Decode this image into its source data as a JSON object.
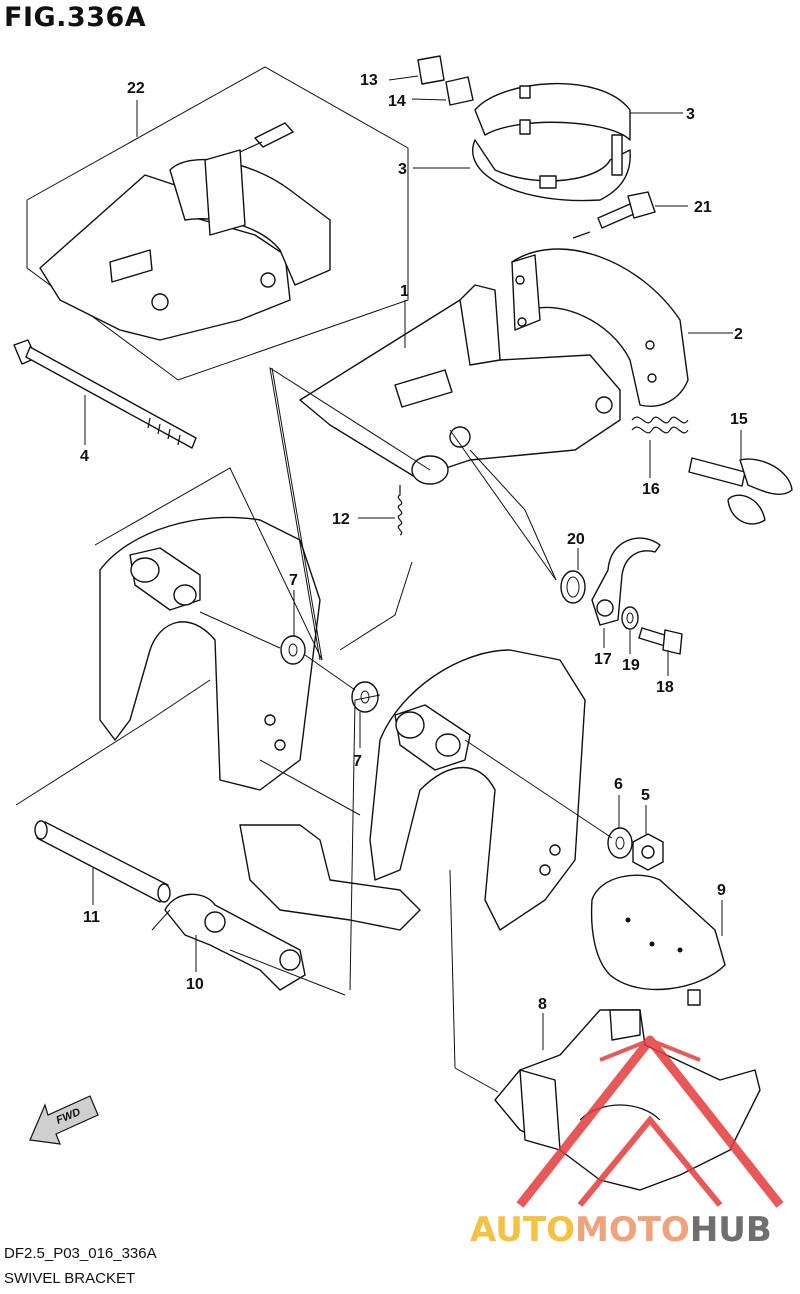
{
  "figure": {
    "title": "FIG.336A",
    "code": "DF2.5_P03_016_336A",
    "section": "SWIVEL BRACKET",
    "fwd_label": "FWD"
  },
  "callouts": [
    "1",
    "2",
    "3",
    "3",
    "4",
    "5",
    "6",
    "7",
    "7",
    "8",
    "9",
    "10",
    "11",
    "12",
    "13",
    "14",
    "15",
    "16",
    "17",
    "18",
    "19",
    "20",
    "21",
    "22"
  ],
  "watermark": {
    "part1": "AUTO",
    "part2": "MOTO",
    "part3": "HUB",
    "colors": {
      "auto": "#f4c242",
      "moto": "#f0a27a",
      "hub": "#6f6f6f",
      "triangle": "#e53b3b"
    }
  }
}
